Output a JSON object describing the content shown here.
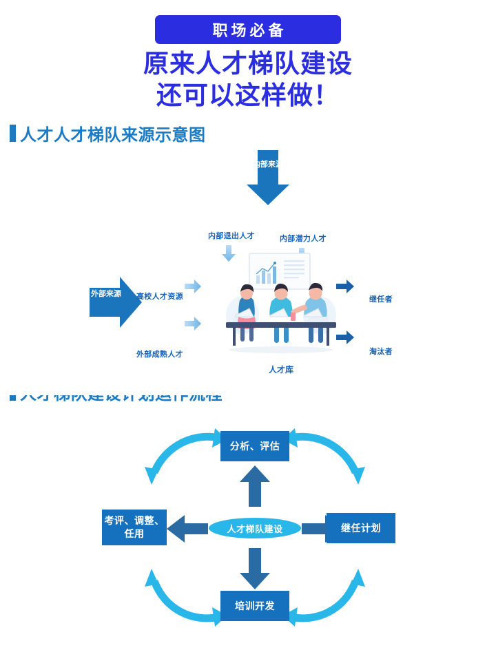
{
  "header": {
    "badge_label": "职场必备",
    "title_line1": "原来人才梯队建设",
    "title_line2": "还可以这样做！",
    "badge_bg": "#2a2ee0",
    "title_color": "#2a2ee0"
  },
  "sections": {
    "section1_heading": "人才人才梯队来源示意图",
    "section2_heading": "人才梯队建设计划运作流程",
    "heading_color": "#1a7ac4"
  },
  "source_diagram": {
    "internal_source_label": "内部来源",
    "external_source_label": "外部来源",
    "internal_exit_label": "内部退出人才",
    "internal_potential_label": "内部潜力人才",
    "college_resource_label": "高校人才资源",
    "external_mature_label": "外部成熟人才",
    "successor_label": "继任者",
    "eliminated_label": "淘汰者",
    "talent_pool_caption": "人才库",
    "arrow_color": "#1a75bc",
    "label_color": "#1565c0"
  },
  "cycle_diagram": {
    "top_label": "分析、评估",
    "right_label": "继任计划",
    "bottom_label": "培训开发",
    "left_label_line1": "考评、调整、",
    "left_label_line2": "任用",
    "center_label": "人才梯队建设",
    "box_color": "#1570be",
    "center_color": "#29b6e8",
    "straight_arrow_color": "#2a6ba4",
    "curve_arrow_color": "#29b6e8"
  }
}
